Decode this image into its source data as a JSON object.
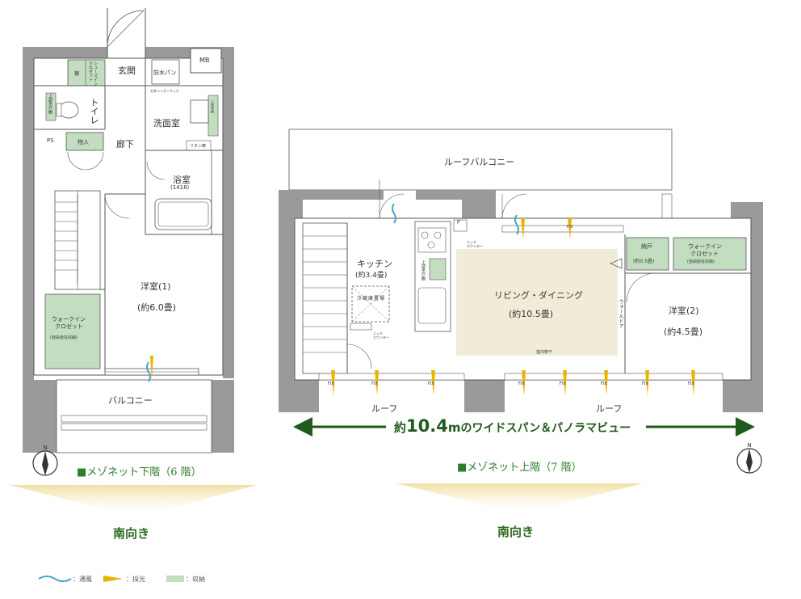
{
  "colors": {
    "wall": "#9a9a9a",
    "line": "#555555",
    "storage": "#c3ddc0",
    "living": "#f1ecd8",
    "light": "#e8b400",
    "wind": "#4aa6c8",
    "green": "#2e7d2e",
    "arrow": "#1f5b1c",
    "gradient_top": "#f2dfa6"
  },
  "lower_floor": {
    "caption": "■メゾネット下階（6 階）",
    "facing": "南向き",
    "rooms": {
      "entrance": "玄関",
      "toilet": "トイレ",
      "corridor": "廊下",
      "washroom": "洗面室",
      "bathroom": "浴室",
      "bath_size": "(1418)",
      "western_room": "洋室(1)",
      "western_size": "(約6.0畳)",
      "balcony": "バルコニー",
      "mb": "MB",
      "ps": "PS"
    },
    "labels": {
      "shoe_closet": "シューズイン\nクロゼット",
      "shelf": "棚",
      "storage": "物入",
      "upper_shelf": "上部吊戸棚",
      "waterproof_pan": "防水パン",
      "hanger_hook": "天井ハンガーフック",
      "upper_storage": "上部収納",
      "linen": "リネン庫",
      "wic_line1": "ウォークイン",
      "wic_line2": "クロゼット",
      "wic_note": "(自由自在収納)"
    }
  },
  "upper_floor": {
    "caption": "■メゾネット上階（7 階）",
    "facing": "南向き",
    "rooms": {
      "roof_balcony": "ルーフバルコニー",
      "kitchen": "キッチン",
      "kitchen_size": "(約3.4畳)",
      "living": "リビング・ダイニング",
      "living_size": "(約10.5畳)",
      "western_room": "洋室(2)",
      "western_size": "(約4.5畳)",
      "closet": "納戸",
      "closet_size": "(約0.5畳)",
      "roof": "ルーフ",
      "p": "P"
    },
    "labels": {
      "niche_counter": "ニッチ\nカウンター",
      "fridge": "冷蔵庫置場",
      "upper_shelf": "上部吊戸棚",
      "indoor_dryer": "室内物干",
      "wall_door": "ウォールドア",
      "wic_line1": "ウォークイン",
      "wic_line2": "クロゼット",
      "wic_note": "(自由自在収納)",
      "fix": "FIX"
    }
  },
  "wide_span": {
    "prefix": "約",
    "value": "10.4",
    "unit": "m",
    "suffix": "のワイドスパン＆パノラマビュー"
  },
  "compass_label": "N",
  "legend": {
    "wind": "：通風",
    "light": "：採光",
    "storage": "：収納"
  }
}
